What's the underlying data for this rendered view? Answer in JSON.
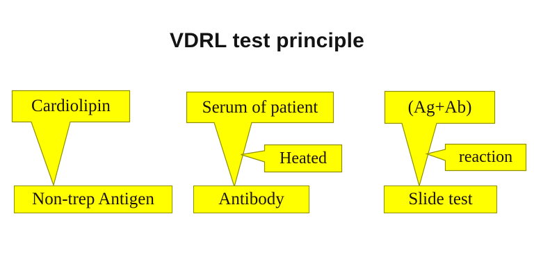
{
  "title": "VDRL test principle",
  "theme": {
    "box_fill": "#ffff00",
    "box_border": "#8f8f00",
    "text_color": "#1a1208",
    "title_color": "#131313",
    "background": "#ffffff"
  },
  "columns": [
    {
      "id": "column-1",
      "source_label": "Cardiolipin",
      "result_label": "Non-trep Antigen",
      "modifier_label": null
    },
    {
      "id": "column-2",
      "source_label": "Serum of patient",
      "result_label": "Antibody",
      "modifier_label": "Heated"
    },
    {
      "id": "column-3",
      "source_label": "(Ag+Ab)",
      "result_label": "Slide test",
      "modifier_label": "reaction"
    }
  ]
}
